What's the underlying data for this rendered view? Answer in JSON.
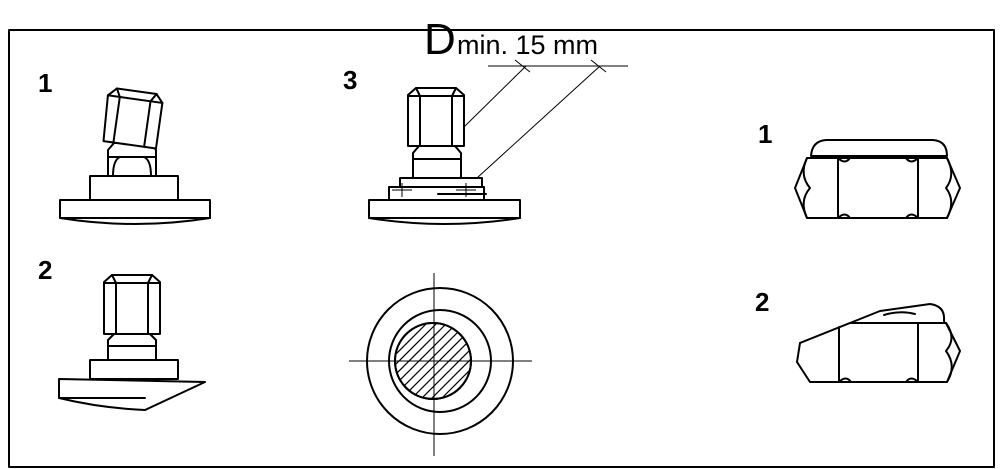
{
  "labels": {
    "fig_left_top": "1",
    "fig_left_bottom": "2",
    "fig_center_top": "3",
    "fig_right_top": "1",
    "fig_right_bottom": "2"
  },
  "dimension": {
    "symbol": "D",
    "text": "min. 15 mm"
  }
}
